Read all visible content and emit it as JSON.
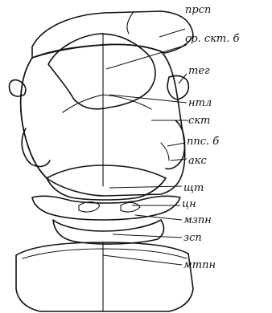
{
  "figure": {
    "labels": {
      "prsp": "прсп",
      "sr_skt_b": "ср. скт. б",
      "teg": "тег",
      "ntl": "нтл",
      "skt": "скт",
      "pps_b": "ппс. б",
      "aks": "акс",
      "shcht": "щт",
      "tsn": "цн",
      "mzpn": "мзпн",
      "zsp": "зсп",
      "mtpn": "мтпн"
    }
  }
}
